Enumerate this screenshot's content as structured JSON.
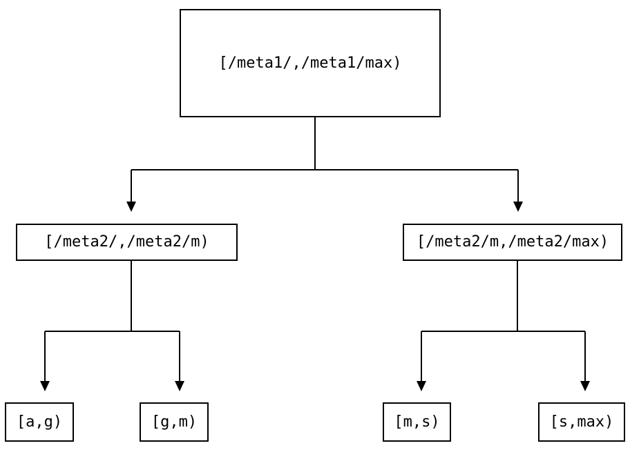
{
  "diagram": {
    "type": "tree",
    "nodes": {
      "root": {
        "id": "root",
        "label": "[/meta1/,/meta1/max)"
      },
      "level2_left": {
        "id": "level2_left",
        "label": "[/meta2/,/meta2/m)"
      },
      "level2_right": {
        "id": "level2_right",
        "label": "[/meta2/m,/meta2/max)"
      },
      "leaf_ag": {
        "id": "leaf_ag",
        "label": "[a,g)"
      },
      "leaf_gm": {
        "id": "leaf_gm",
        "label": "[g,m)"
      },
      "leaf_ms": {
        "id": "leaf_ms",
        "label": "[m,s)"
      },
      "leaf_smax": {
        "id": "leaf_smax",
        "label": "[s,max)"
      }
    },
    "edges": [
      {
        "from": "root",
        "to": "level2_left"
      },
      {
        "from": "root",
        "to": "level2_right"
      },
      {
        "from": "level2_left",
        "to": "leaf_ag"
      },
      {
        "from": "level2_left",
        "to": "leaf_gm"
      },
      {
        "from": "level2_right",
        "to": "leaf_ms"
      },
      {
        "from": "level2_right",
        "to": "leaf_smax"
      }
    ],
    "colors": {
      "background": "#ffffff",
      "line": "#000000",
      "box_border": "#000000",
      "text": "#000000"
    }
  }
}
